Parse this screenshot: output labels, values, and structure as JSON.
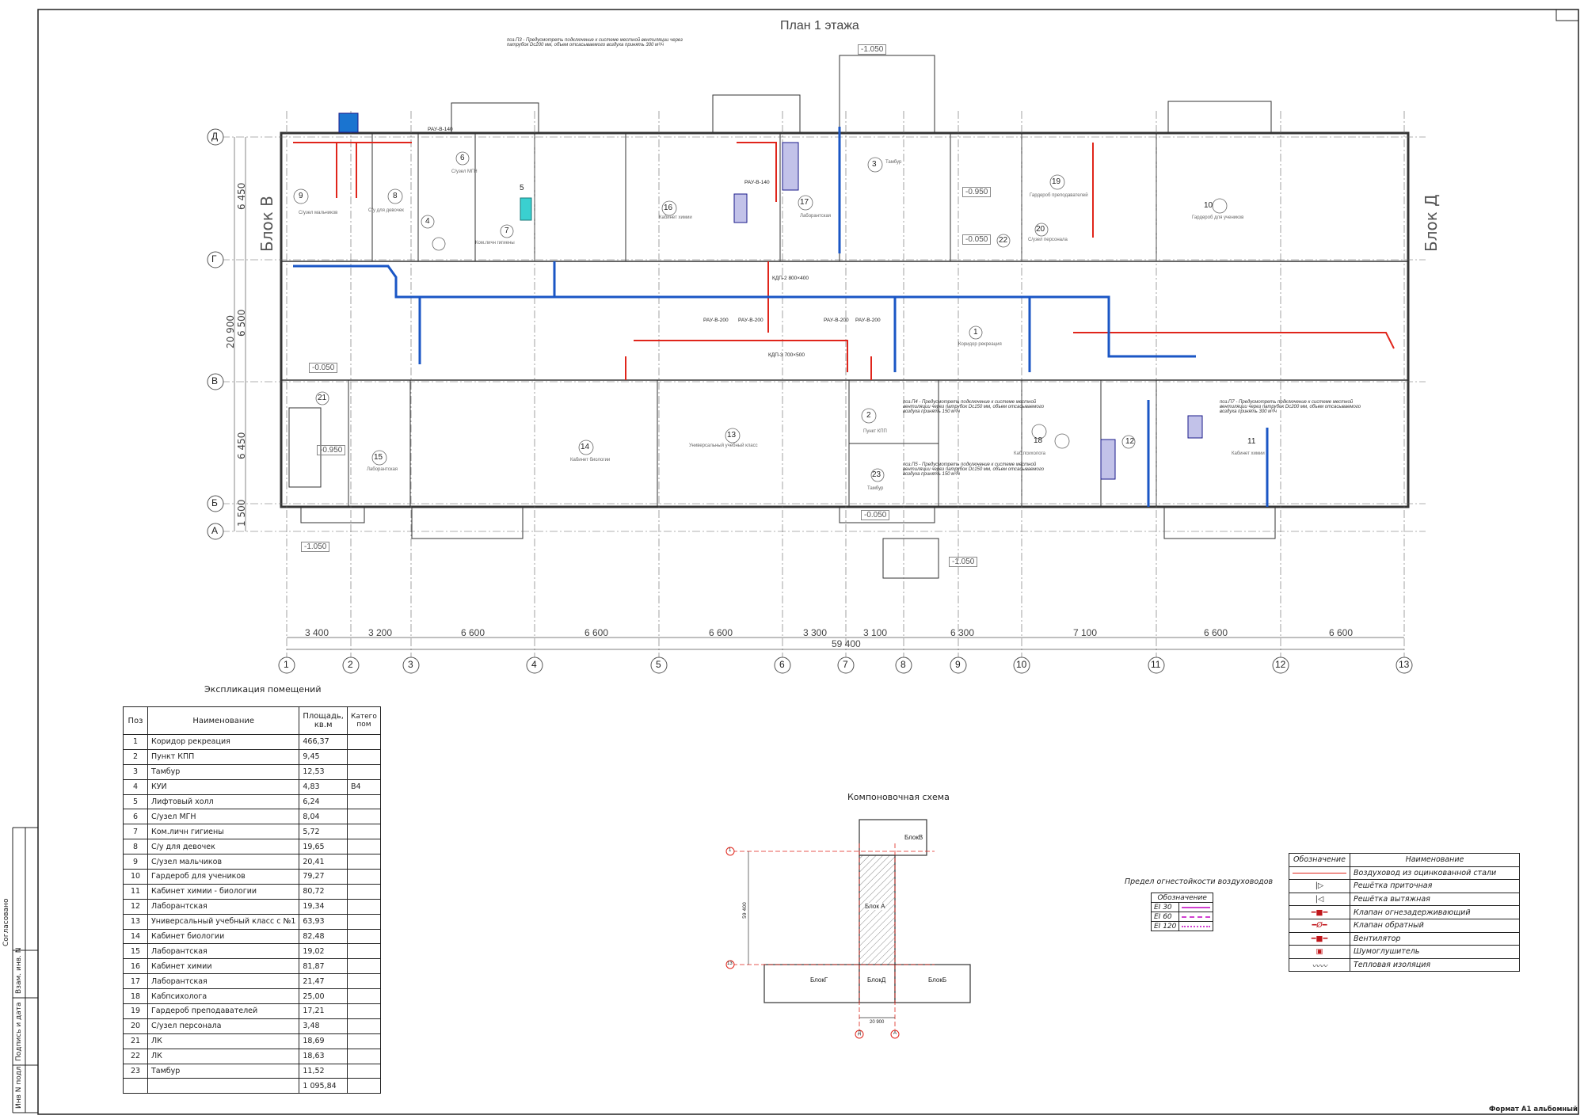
{
  "title": "План 1 этажа",
  "explication": {
    "title": "Экспликация помещений",
    "headers": [
      "Поз",
      "Наименование",
      "Площадь, кв.м",
      "Катего пом"
    ],
    "rows": [
      {
        "n": "1",
        "name": "Коридор    рекреация",
        "area": "466,37",
        "cat": ""
      },
      {
        "n": "2",
        "name": "Пункт   КПП",
        "area": "9,45",
        "cat": ""
      },
      {
        "n": "3",
        "name": "Тамбур",
        "area": "12,53",
        "cat": ""
      },
      {
        "n": "4",
        "name": "КУИ",
        "area": "4,83",
        "cat": "В4"
      },
      {
        "n": "5",
        "name": "Лифтовый    холл",
        "area": "6,24",
        "cat": ""
      },
      {
        "n": "6",
        "name": "С/узел МГН",
        "area": "8,04",
        "cat": ""
      },
      {
        "n": "7",
        "name": "Ком.личн гигиены",
        "area": "5,72",
        "cat": ""
      },
      {
        "n": "8",
        "name": "С/у  для  девочек",
        "area": "19,65",
        "cat": ""
      },
      {
        "n": "9",
        "name": "С/узел мальчиков",
        "area": "20,41",
        "cat": ""
      },
      {
        "n": "10",
        "name": "Гардероб    для  учеников",
        "area": "79,27",
        "cat": ""
      },
      {
        "n": "11",
        "name": "Кабинет  химии  - биологии",
        "area": "80,72",
        "cat": ""
      },
      {
        "n": "12",
        "name": "Лаборантская",
        "area": "19,34",
        "cat": ""
      },
      {
        "n": "13",
        "name": "Универсальный    учебный   класс с №1",
        "area": "63,93",
        "cat": ""
      },
      {
        "n": "14",
        "name": "Кабинет  биологии",
        "area": "82,48",
        "cat": ""
      },
      {
        "n": "15",
        "name": "Лаборантская",
        "area": "19,02",
        "cat": ""
      },
      {
        "n": "16",
        "name": "Кабинет   химии",
        "area": "81,87",
        "cat": ""
      },
      {
        "n": "17",
        "name": "Лаборантская",
        "area": "21,47",
        "cat": ""
      },
      {
        "n": "18",
        "name": "Кабпсихолога",
        "area": "25,00",
        "cat": ""
      },
      {
        "n": "19",
        "name": "Гардероб   преподавателей",
        "area": "17,21",
        "cat": ""
      },
      {
        "n": "20",
        "name": "С/узел  персонала",
        "area": "3,48",
        "cat": ""
      },
      {
        "n": "21",
        "name": "ЛК",
        "area": "18,69",
        "cat": ""
      },
      {
        "n": "22",
        "name": "ЛК",
        "area": "18,63",
        "cat": ""
      },
      {
        "n": "23",
        "name": "Тамбур",
        "area": "11,52",
        "cat": ""
      }
    ],
    "total": "1 095,84"
  },
  "legend": {
    "headers": [
      "Обозначение",
      "Наименование"
    ],
    "items": [
      "Воздуховод из оцинкованной стали",
      "Решётка приточная",
      "Решётка вытяжная",
      "Клапан огнезадерживающий",
      "Клапан обратный",
      "Вентилятор",
      "Шумоглушитель",
      "Тепловая изоляция"
    ]
  },
  "fire_limits": {
    "title": "Предел огнестойкости воздуховодов",
    "header": "Обозначение",
    "items": [
      "EI 30",
      "EI 60",
      "EI 120"
    ]
  },
  "layout_scheme": {
    "title": "Компоновочная схема",
    "blocks": [
      "БлокВ",
      "Блок А",
      "БлокГ",
      "БлокД",
      "БлокБ"
    ],
    "dim_v": "59 400",
    "dim_h": "20 900",
    "axes": [
      "1",
      "13",
      "Д",
      "А"
    ]
  },
  "plan": {
    "axes_h": [
      "1",
      "2",
      "3",
      "4",
      "5",
      "6",
      "7",
      "8",
      "9",
      "10",
      "11",
      "12",
      "13"
    ],
    "axes_v": [
      "Д",
      "Г",
      "В",
      "Б",
      "А"
    ],
    "dims_bottom": [
      "3 400",
      "3 200",
      "6 600",
      "6 600",
      "6 600",
      "3 300",
      "3 100",
      "6 300",
      "7 100",
      "6 600",
      "6 600"
    ],
    "dim_total": "59 400",
    "dims_left": [
      "6 450",
      "6 500",
      "6 450",
      "1 500"
    ],
    "dim_left_total": "20 900",
    "block_left": "Блок В",
    "block_right": "Блок Д",
    "levels": [
      "-1.050",
      "-0.050",
      "-0.950",
      "-0.050",
      "-0.950",
      "-0.050",
      "-1.050",
      "-1.050"
    ],
    "rooms": [
      {
        "n": "1",
        "name": "Коридор рекреация"
      },
      {
        "n": "2",
        "name": "Пункт КПП"
      },
      {
        "n": "3",
        "name": "Тамбур"
      },
      {
        "n": "4",
        "name": ""
      },
      {
        "n": "5",
        "name": ""
      },
      {
        "n": "6",
        "name": "С/узел МГН"
      },
      {
        "n": "7",
        "name": "Ком.личн гигиены"
      },
      {
        "n": "8",
        "name": "С/у для девочек"
      },
      {
        "n": "9",
        "name": "С/узел мальчиков"
      },
      {
        "n": "10",
        "name": "Гардероб для учеников"
      },
      {
        "n": "11",
        "name": "Кабинет химии"
      },
      {
        "n": "12",
        "name": "Лаборантская"
      },
      {
        "n": "13",
        "name": "Универсальный учебный класс"
      },
      {
        "n": "14",
        "name": "Кабинет биологии"
      },
      {
        "n": "15",
        "name": "Лаборантская"
      },
      {
        "n": "16",
        "name": "Кабинет химии"
      },
      {
        "n": "17",
        "name": "Лаборантская"
      },
      {
        "n": "18",
        "name": "Каб.психолога"
      },
      {
        "n": "19",
        "name": "Гардероб преподавателей"
      },
      {
        "n": "20",
        "name": "С/узел персонала"
      },
      {
        "n": "21",
        "name": ""
      },
      {
        "n": "22",
        "name": ""
      },
      {
        "n": "23",
        "name": "Тамбур"
      }
    ],
    "equipment": [
      "РАУ-В-200",
      "РАУ-В-200",
      "РАУ-В-200",
      "РАУ-В-200",
      "РАУ-В-140",
      "РАУ-В-140",
      "КДП-2 800×400",
      "КДП-3 700×500"
    ],
    "notes": [
      "поз.П3 - Предусмотреть подключение к системе местной вентиляции через патрубок Dc200 мм, объем отсасываемого воздуха принять 300 м³/ч",
      "поз.П4 - Предусмотреть подключение к системе местной вентиляции через патрубок Dc150 мм, объем отсасываемого воздуха принять 150 м³/ч",
      "поз.П5 - Предусмотреть подключение к системе местной вентиляции через патрубок Dc150 мм, объем отсасываемого воздуха принять 150 м³/ч",
      "поз.П7 - Предусмотреть подключение к системе местной вентиляции через патрубок Dc200 мм, объем отсасываемого воздуха принять 300 м³/ч"
    ]
  },
  "side_labels": [
    "Согласовано",
    "Взам. инв. N",
    "Подпись и дата",
    "Инв N подл."
  ],
  "format": "Формат А1 альбомный"
}
